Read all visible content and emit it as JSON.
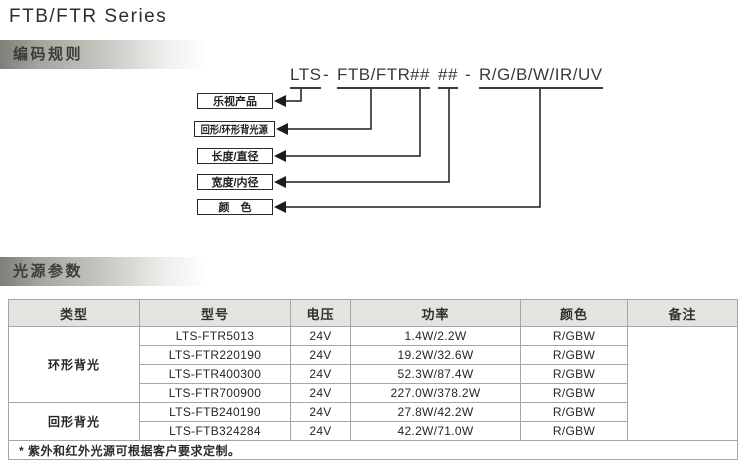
{
  "page": {
    "title": "FTB/FTR Series"
  },
  "sections": {
    "coding": {
      "header": "编码规则"
    },
    "params": {
      "header": "光源参数"
    }
  },
  "code": {
    "prefix": "LTS",
    "separator1": "-",
    "series": "FTB/FTR",
    "length_digits": "##",
    "width_digits": "##",
    "separator2": "-",
    "colors": "R/G/B/W/IR/UV",
    "labels": {
      "prefix": "乐视产品",
      "series": "回形/环形背光源",
      "length": "长度/直径",
      "width": "宽度/内径",
      "color": "颜　色"
    }
  },
  "table": {
    "headers": {
      "type": "类型",
      "model": "型号",
      "voltage": "电压",
      "power": "功率",
      "color": "颜色",
      "remarks": "备注"
    },
    "type_groups": [
      {
        "label": "环形背光",
        "rowspan": 4
      },
      {
        "label": "回形背光",
        "rowspan": 2
      }
    ],
    "rows": [
      {
        "model": "LTS-FTR5013",
        "voltage": "24V",
        "power": "1.4W/2.2W",
        "color": "R/GBW"
      },
      {
        "model": "LTS-FTR220190",
        "voltage": "24V",
        "power": "19.2W/32.6W",
        "color": "R/GBW"
      },
      {
        "model": "LTS-FTR400300",
        "voltage": "24V",
        "power": "52.3W/87.4W",
        "color": "R/GBW"
      },
      {
        "model": "LTS-FTR700900",
        "voltage": "24V",
        "power": "227.0W/378.2W",
        "color": "R/GBW"
      },
      {
        "model": "LTS-FTB240190",
        "voltage": "24V",
        "power": "27.8W/42.2W",
        "color": "R/GBW"
      },
      {
        "model": "LTS-FTB324284",
        "voltage": "24V",
        "power": "42.2W/71.0W",
        "color": "R/GBW"
      }
    ],
    "remarks_value": "",
    "note": "* 紫外和红外光源可根据客户要求定制。"
  }
}
